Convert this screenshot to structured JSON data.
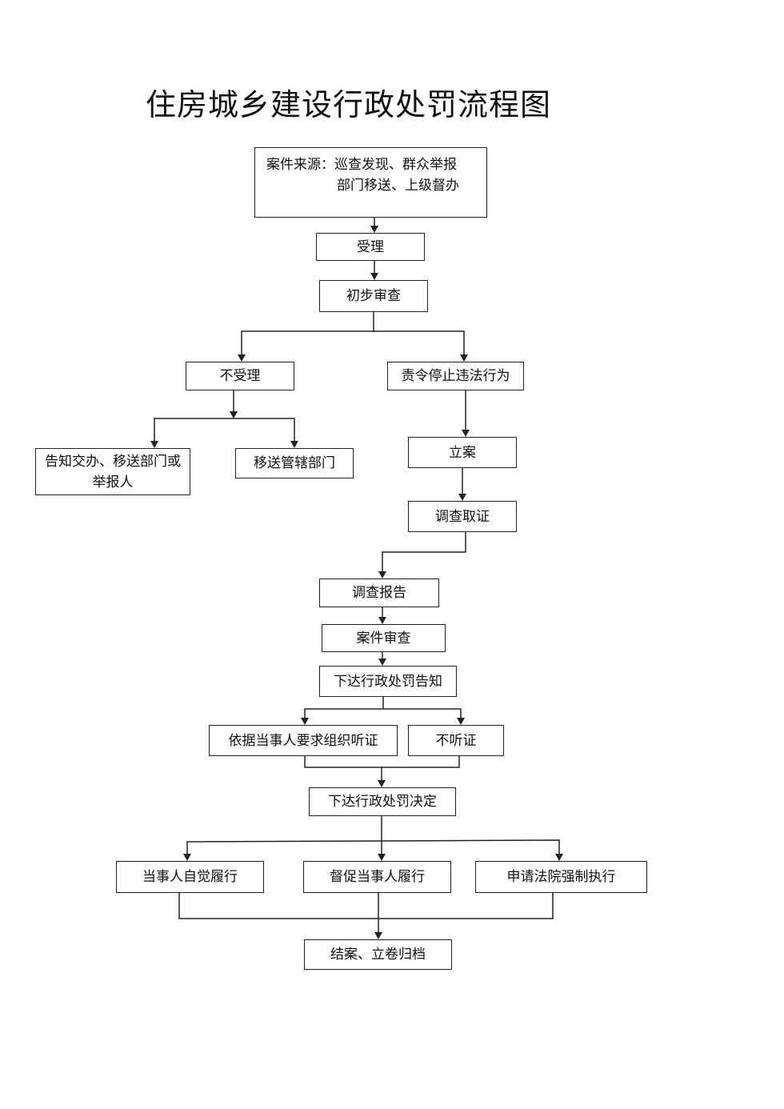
{
  "title": "住房城乡建设行政处罚流程图",
  "nodes": {
    "source_line1": "案件来源：巡查发现、群众举报",
    "source_line2": "部门移送、上级督办",
    "accept": "受理",
    "preliminary_review": "初步审查",
    "not_accept": "不受理",
    "order_stop": "责令停止违法行为",
    "inform_transfer_line1": "告知交办、移送部门或",
    "inform_transfer_line2": "举报人",
    "transfer_dept": "移送管辖部门",
    "file_case": "立案",
    "investigate": "调查取证",
    "investigation_report": "调查报告",
    "case_review": "案件审查",
    "issue_notice": "下达行政处罚告知",
    "hearing": "依据当事人要求组织听证",
    "no_hearing": "不听证",
    "issue_decision": "下达行政处罚决定",
    "self_comply": "当事人自觉履行",
    "urge_comply": "督促当事人履行",
    "court_enforce": "申请法院强制执行",
    "close_archive": "结案、立卷归档"
  }
}
